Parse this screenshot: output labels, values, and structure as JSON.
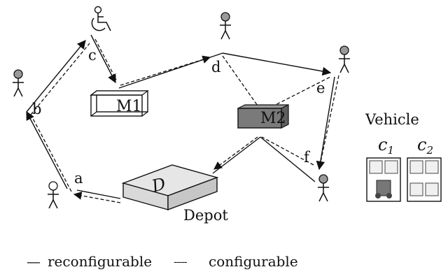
{
  "stops": {
    "a": "a",
    "b": "b",
    "c": "c",
    "d": "d",
    "e": "e",
    "f": "f"
  },
  "modules": {
    "m1": "M1",
    "m2": "M2"
  },
  "depot": {
    "box_label": "D",
    "caption": "Depot"
  },
  "vehicle": {
    "title": "Vehicle",
    "c1": {
      "base": "c",
      "sub": "1"
    },
    "c2": {
      "base": "c",
      "sub": "2"
    }
  },
  "legend": {
    "solid_symbol": "—",
    "solid_label": "reconfigurable",
    "dashed_symbol": "-----",
    "dashed_label": "configurable"
  },
  "colors": {
    "passenger_head": "#999999",
    "m2_fill": "#7a7a7a",
    "depot_top": "#e6e6e6",
    "depot_side": "#cfcfcf"
  }
}
